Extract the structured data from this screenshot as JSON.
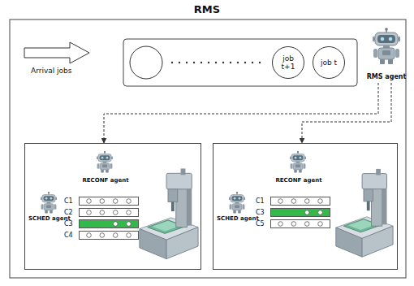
{
  "diagram": {
    "title": "RMS",
    "nodes": [
      {
        "text": [
          "job t+1"
        ]
      },
      {
        "text": [
          "job t"
        ]
      },
      {
        "text": [
          "RMS agent"
        ]
      },
      {
        "text": []
      },
      {
        "text": [
          "RECONF agent"
        ],
        "in": 3
      },
      {
        "text": [
          "SCHED agent"
        ],
        "in": 3
      },
      {
        "text": [
          "C1"
        ],
        "in": 3
      },
      {
        "text": [
          "C2"
        ],
        "in": 3
      },
      {
        "text": [
          "C3"
        ],
        "in": 3
      },
      {
        "text": [
          "C4"
        ],
        "in": 3
      },
      {
        "text": []
      },
      {
        "text": [
          "RECONF agent"
        ],
        "in": 10
      },
      {
        "text": [
          "SCHED agent"
        ],
        "in": 10
      },
      {
        "text": [
          "C1"
        ],
        "in": 10
      },
      {
        "text": [
          "C3"
        ],
        "in": 10
      },
      {
        "text": [
          "C5"
        ],
        "in": 10
      }
    ],
    "edges": [
      {
        "from": 2,
        "to": 3,
        "arrow": "to"
      },
      {
        "from": 2,
        "to": 10,
        "arrow": "to"
      }
    ],
    "labels": [
      "Arrival jobs"
    ]
  }
}
